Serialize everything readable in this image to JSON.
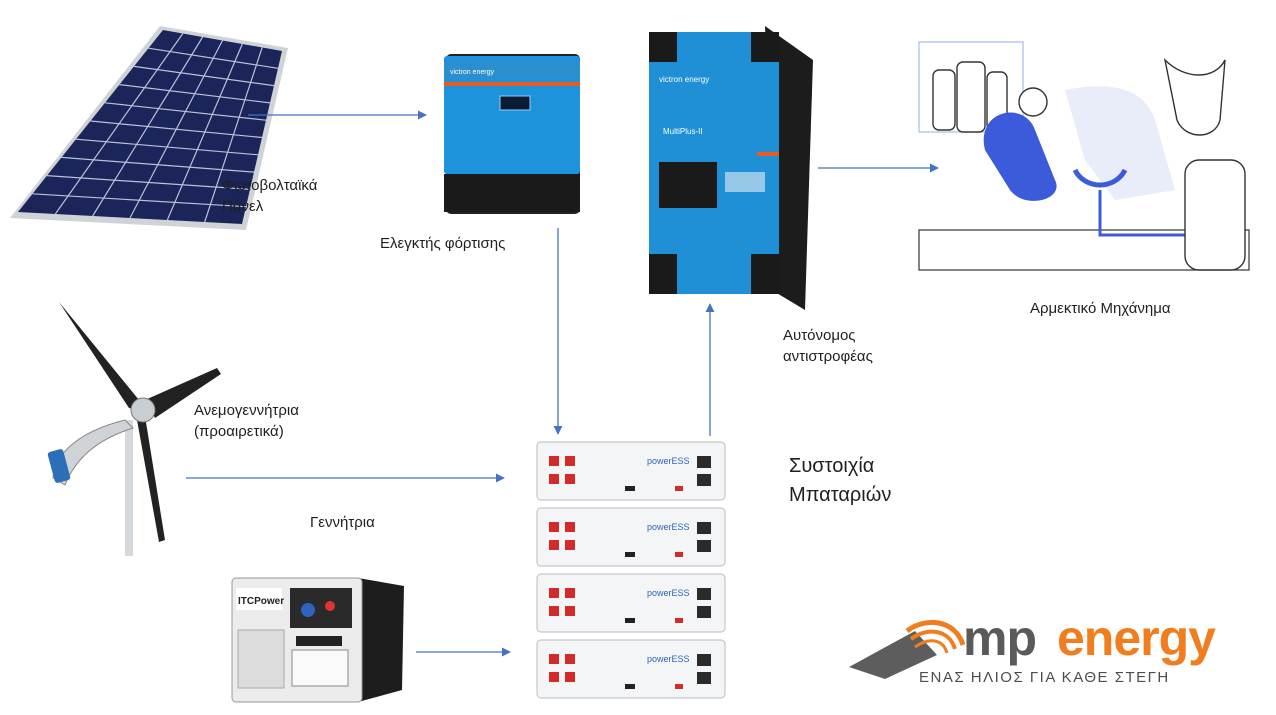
{
  "labels": {
    "solar_line1": "Φωτοβολταϊκά",
    "solar_line2": "Πάνελ",
    "charge_controller": "Ελεγκτής φόρτισης",
    "wind_line1": "Ανεμογεννήτρια",
    "wind_line2": "(προαιρετικά)",
    "generator": "Γεννήτρια",
    "inverter_line1": "Αυτόνομος",
    "inverter_line2": "αντιστροφέας",
    "milking": "Αρμεκτικό Μηχάνημα",
    "battery_line1": "Συστοιχία",
    "battery_line2": "Μπαταριών"
  },
  "devices": {
    "controller_brand": "victron energy",
    "inverter_brand": "victron energy",
    "inverter_model": "MultiPlus-II",
    "battery_brand": "powerESS",
    "generator_brand": "ITCPower"
  },
  "logo": {
    "name_mp": "mp",
    "name_energy": "energy",
    "slogan": "ΕΝΑΣ ΗΛΙΟΣ ΓΙΑ ΚΑΘΕ ΣΤΕΓΗ"
  },
  "colors": {
    "arrow": "#4472c4",
    "victron_blue": "#1c8fd6",
    "logo_orange": "#f07d1e",
    "logo_grey": "#5a5a5a",
    "panel_cell": "#1a2a5e"
  }
}
